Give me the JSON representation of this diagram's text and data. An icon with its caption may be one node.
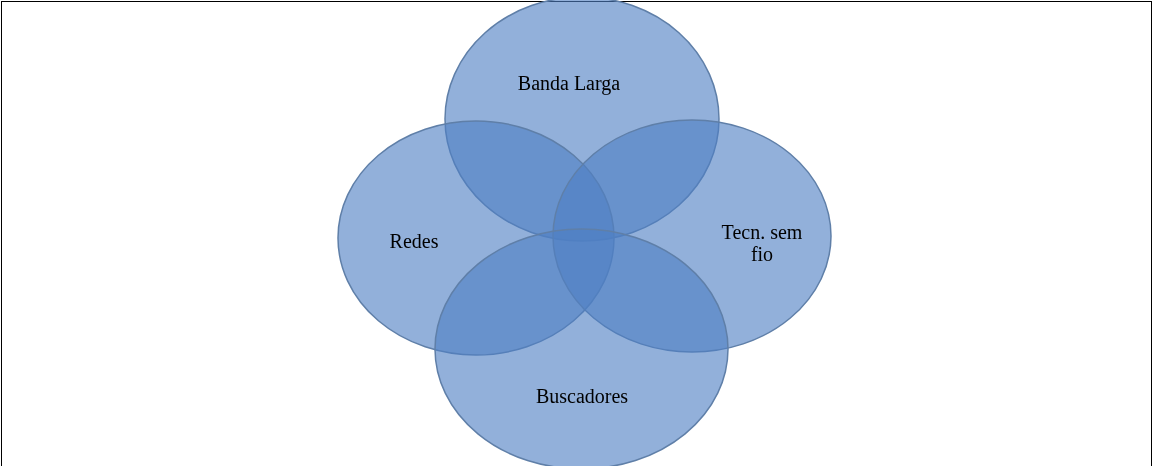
{
  "diagram": {
    "nodes": [
      {
        "text": [
          "Banda Larga"
        ]
      },
      {
        "text": [
          "Redes"
        ]
      },
      {
        "text": [
          "Tecn. sem fio"
        ]
      },
      {
        "text": [
          "Buscadores"
        ]
      }
    ]
  }
}
